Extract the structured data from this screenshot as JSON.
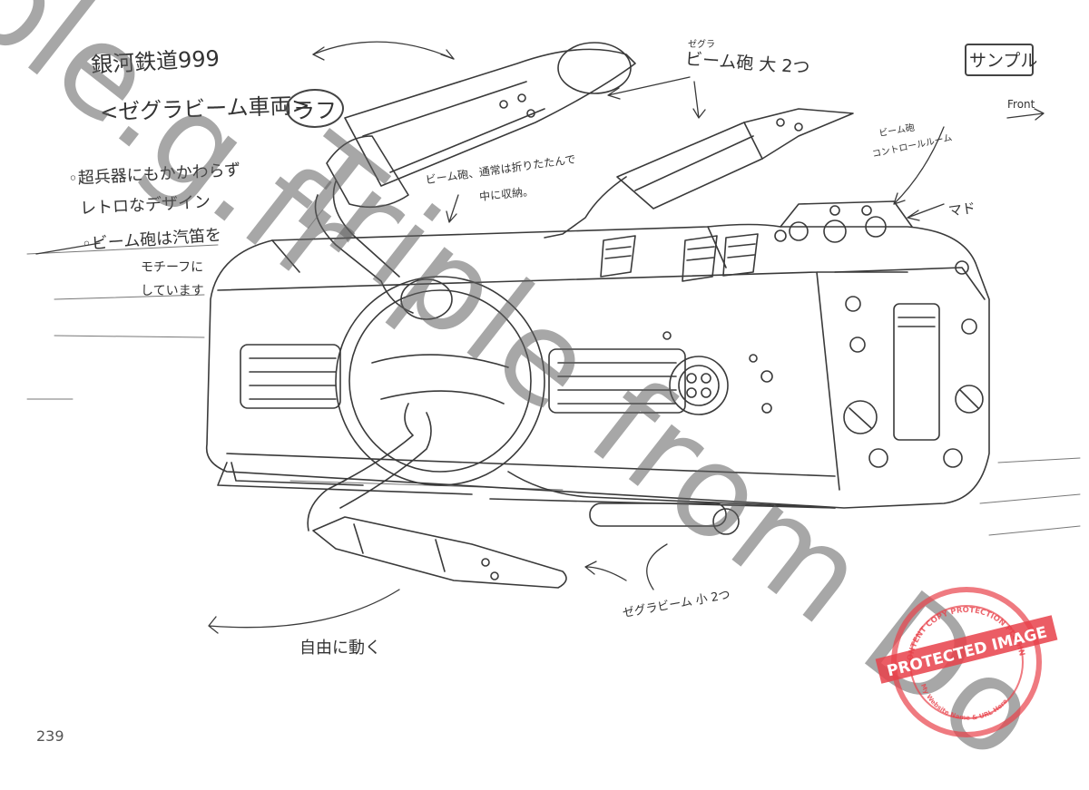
{
  "title": {
    "line1": "銀河鉄道999",
    "line2": "<ゼグラビーム車両>",
    "rough": "ラフ"
  },
  "sample_label": "サンプル",
  "front_label": "Front",
  "notes": {
    "design1": "◦超兵器にもかかわらず",
    "design2": "レトロなデザイン",
    "design3": "◦ビーム砲は汽笛を",
    "design4": "モチーフに",
    "design5": "しています",
    "beam_large_top": "ゼグラ",
    "beam_large": "ビーム砲 大 2つ",
    "beam_folded1": "ビーム砲、通常は折りたたんで",
    "beam_folded2": "中に収納。",
    "control_room1": "ビーム砲",
    "control_room2": "コントロールルーム",
    "window": "マド",
    "beam_small": "ゼグラビーム 小 2つ",
    "free_move": "自由に動く"
  },
  "page_number": "239",
  "watermark": {
    "text_main": "Triple from Do",
    "text_top": "ple.g.fr",
    "stamp_ring": "CONTENT COPY PROTECTION PLUGIN",
    "stamp_band": "PROTECTED IMAGE",
    "stamp_bottom": "My Website Name & URL Here",
    "stamp_color": "#e8414a"
  }
}
